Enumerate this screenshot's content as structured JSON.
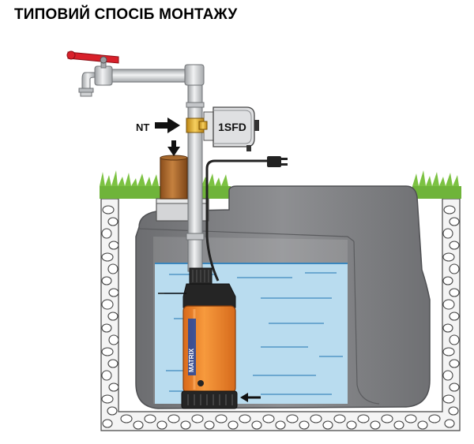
{
  "title": "ТИПОВИЙ СПОСІБ МОНТАЖУ",
  "labels": {
    "valve": "NT",
    "pressure_switch": "1SFD",
    "pump_brand": "MATRIX"
  },
  "colors": {
    "water": "#b9dcef",
    "water_line": "#3a86bd",
    "tank": "#7f8083",
    "pump_orange": "#f2862b",
    "pump_dark": "#252525",
    "pipe": "#c9cbcd",
    "faucet_handle": "#d8202a",
    "grass": "#6fb43a",
    "brass": "#e8b431"
  },
  "icons": [
    "faucet-icon",
    "arrow-icon",
    "pressure-switch-icon",
    "plug-icon"
  ]
}
